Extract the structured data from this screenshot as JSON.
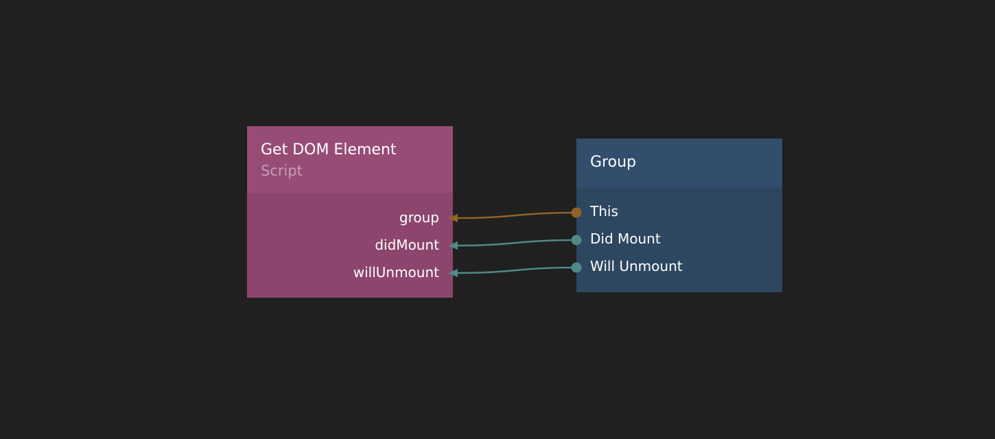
{
  "nodes": {
    "script": {
      "title": "Get DOM Element",
      "subtitle": "Script",
      "color": "#8c456d",
      "ports": [
        {
          "label": "group"
        },
        {
          "label": "didMount"
        },
        {
          "label": "willUnmount"
        }
      ]
    },
    "group": {
      "title": "Group",
      "color": "#2e4761",
      "ports": [
        {
          "label": "This"
        },
        {
          "label": "Did Mount"
        },
        {
          "label": "Will Unmount"
        }
      ]
    }
  },
  "connections": [
    {
      "from": "group.This",
      "to": "script.group",
      "color": "#8f6427",
      "type": "object"
    },
    {
      "from": "group.Did Mount",
      "to": "script.didMount",
      "color": "#4f8a86",
      "type": "signal"
    },
    {
      "from": "group.Will Unmount",
      "to": "script.willUnmount",
      "color": "#4f8a86",
      "type": "signal"
    }
  ]
}
